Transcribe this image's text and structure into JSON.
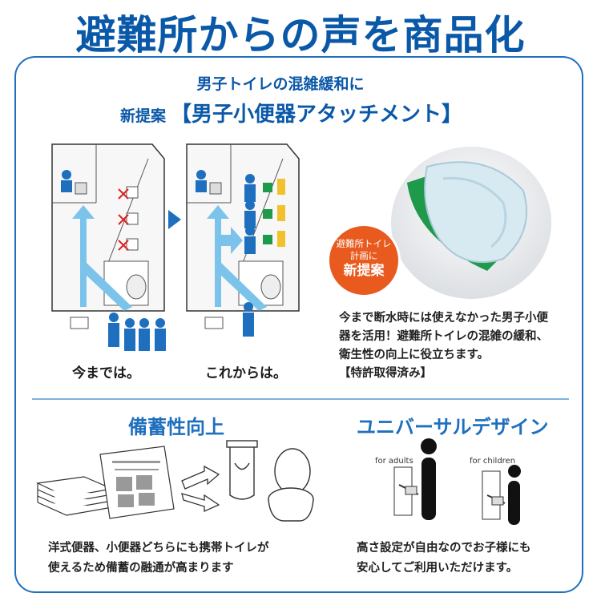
{
  "headline": "避難所からの声を商品化",
  "subtitle": {
    "line1": "男子トイレの混雑緩和に",
    "prefix": "新提案",
    "product": "【男子小便器アタッチメント】"
  },
  "comparison": {
    "before_caption": "今までは。",
    "after_caption": "これからは。"
  },
  "badge": {
    "line1": "避難所トイレ",
    "line2": "計画に",
    "line3": "新提案"
  },
  "description": {
    "lines": [
      "今まで断水時には使えなかった男子小便",
      "器を活用！避難所トイレの混雑の緩和、",
      "衛生性の向上に役立ちます。",
      "【特許取得済み】"
    ]
  },
  "section_stock": {
    "title": "備蓄性向上",
    "lines": [
      "洋式便器、小便器どちらにも携帯トイレが",
      "使えるため備蓄の融通が高まります"
    ]
  },
  "section_universal": {
    "title": "ユニバーサルデザイン",
    "label_adults": "for adults",
    "label_children": "for children",
    "lines": [
      "高さ設定が自由なのでお子様にも",
      "安心してご利用いただけます。"
    ]
  },
  "colors": {
    "brand_blue": "#0a58a8",
    "arrow_blue": "#7cc3ec",
    "badge_orange": "#e85a1e",
    "attachment_yellow": "#f2c12e",
    "attachment_green": "#1e9a4a"
  }
}
